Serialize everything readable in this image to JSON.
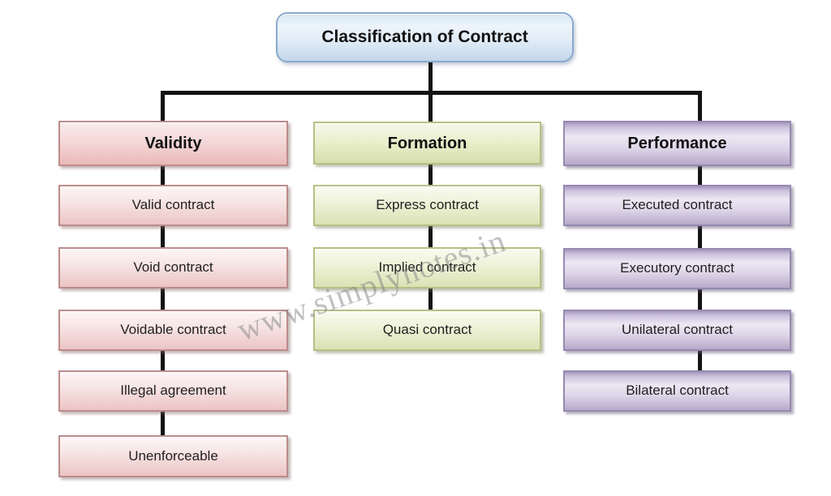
{
  "diagram": {
    "title": "Classification of Contract",
    "watermark": "www.simplynotes.in"
  },
  "columns": [
    {
      "label": "Validity",
      "theme": "red",
      "items": [
        "Valid contract",
        "Void contract",
        "Voidable contract",
        "Illegal agreement",
        "Unenforceable"
      ]
    },
    {
      "label": "Formation",
      "theme": "green",
      "items": [
        "Express contract",
        "Implied contract",
        "Quasi contract"
      ]
    },
    {
      "label": "Performance",
      "theme": "purple",
      "items": [
        "Executed contract",
        "Executory contract",
        "Unilateral contract",
        "Bilateral contract"
      ]
    }
  ],
  "colors": {
    "title_fill": "#cfe0f0",
    "title_border": "#8aaacd",
    "validity_fill": "#ecc4c4",
    "validity_border": "#bc8c8c",
    "formation_fill": "#dae2b4",
    "formation_border": "#b6c085",
    "performance_fill": "#c0b2d4",
    "performance_border": "#958ab0",
    "connector": "#141414",
    "watermark_text": "#7d7d7d"
  }
}
